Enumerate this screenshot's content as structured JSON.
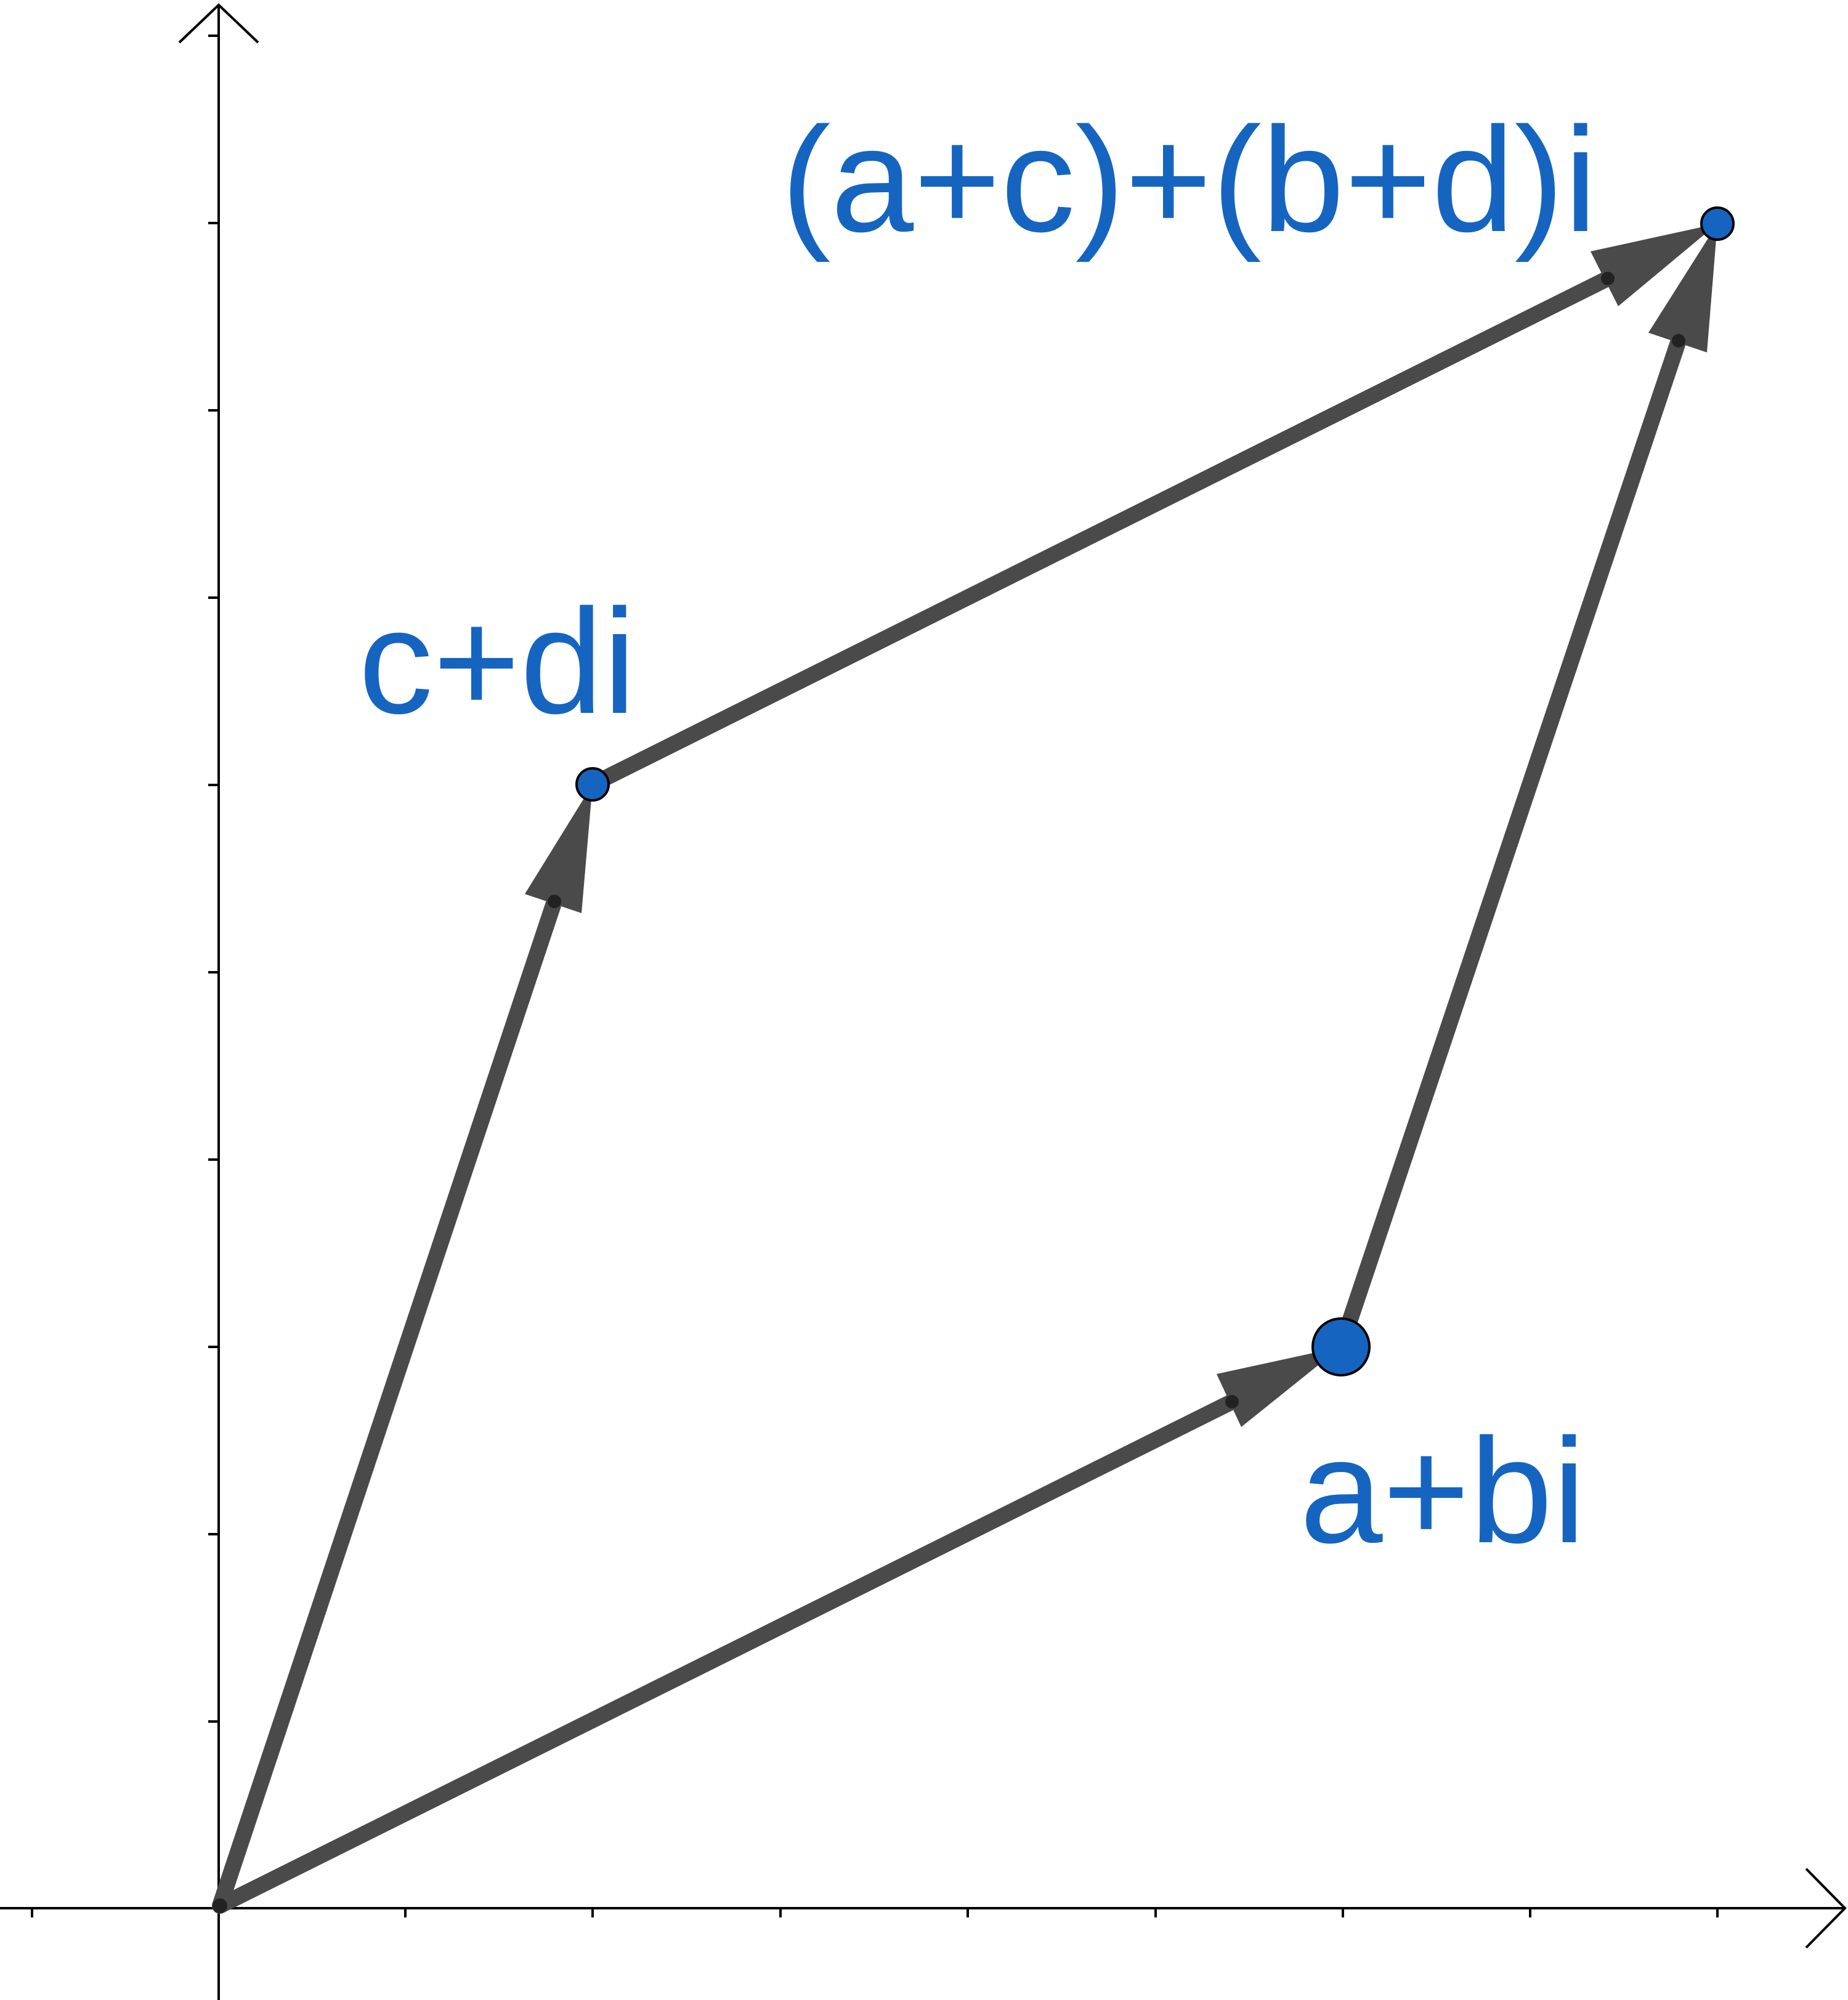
{
  "diagram": {
    "labels": {
      "z1": "a+bi",
      "z2": "c+di",
      "sum": "(a+c)+(b+d)i"
    },
    "colors": {
      "point_fill": "#1565c0",
      "label": "#1565c0",
      "vector": "#4a4a4a",
      "axis": "#000000"
    }
  }
}
